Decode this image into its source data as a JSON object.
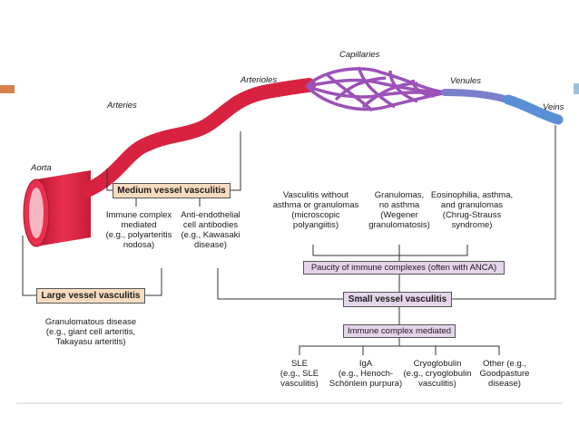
{
  "colors": {
    "artery": "#d8223f",
    "capillary": "#9c52b8",
    "vein": "#5a8fd6",
    "accent": "#d6804b",
    "orange_box": "#f9dcc0",
    "purple_box": "#e5d5ea"
  },
  "vessels": {
    "aorta": "Aorta",
    "arteries": "Arteries",
    "arterioles": "Arterioles",
    "capillaries": "Capillaries",
    "venules": "Venules",
    "veins": "Veins"
  },
  "medium": {
    "title": "Medium vessel vasculitis",
    "left": "Immune complex\nmediated\n(e.g., polyarteritis\nnodosa)",
    "right": "Anti-endothelial\ncell antibodies\n(e.g., Kawasaki\ndisease)"
  },
  "large": {
    "title": "Large vessel vasculitis",
    "desc": "Granulomatous disease\n(e.g., giant cell arteritis,\nTakayasu arteritis)"
  },
  "small": {
    "title": "Small vessel vasculitis",
    "pauci_title": "Paucity of immune complexes (often with ANCA)",
    "pauci_items": [
      "Vasculitis without\nasthma or granulomas\n(microscopic\npolyangiitis)",
      "Granulomas,\nno asthma\n(Wegener\ngranulomatosis)",
      "Eosinophilia, asthma,\nand granulomas\n(Chrug-Strauss\nsyndrome)"
    ],
    "immune_title": "Immune complex mediated",
    "immune_items": [
      "SLE\n(e.g., SLE\nvasculitis)",
      "IgA\n(e.g., Henoch-\nSchönlein purpura)",
      "Cryoglobulin\n(e.g., cryoglobulin\nvasculitis)",
      "Other (e.g.,\nGoodpasture\ndisease)"
    ]
  }
}
